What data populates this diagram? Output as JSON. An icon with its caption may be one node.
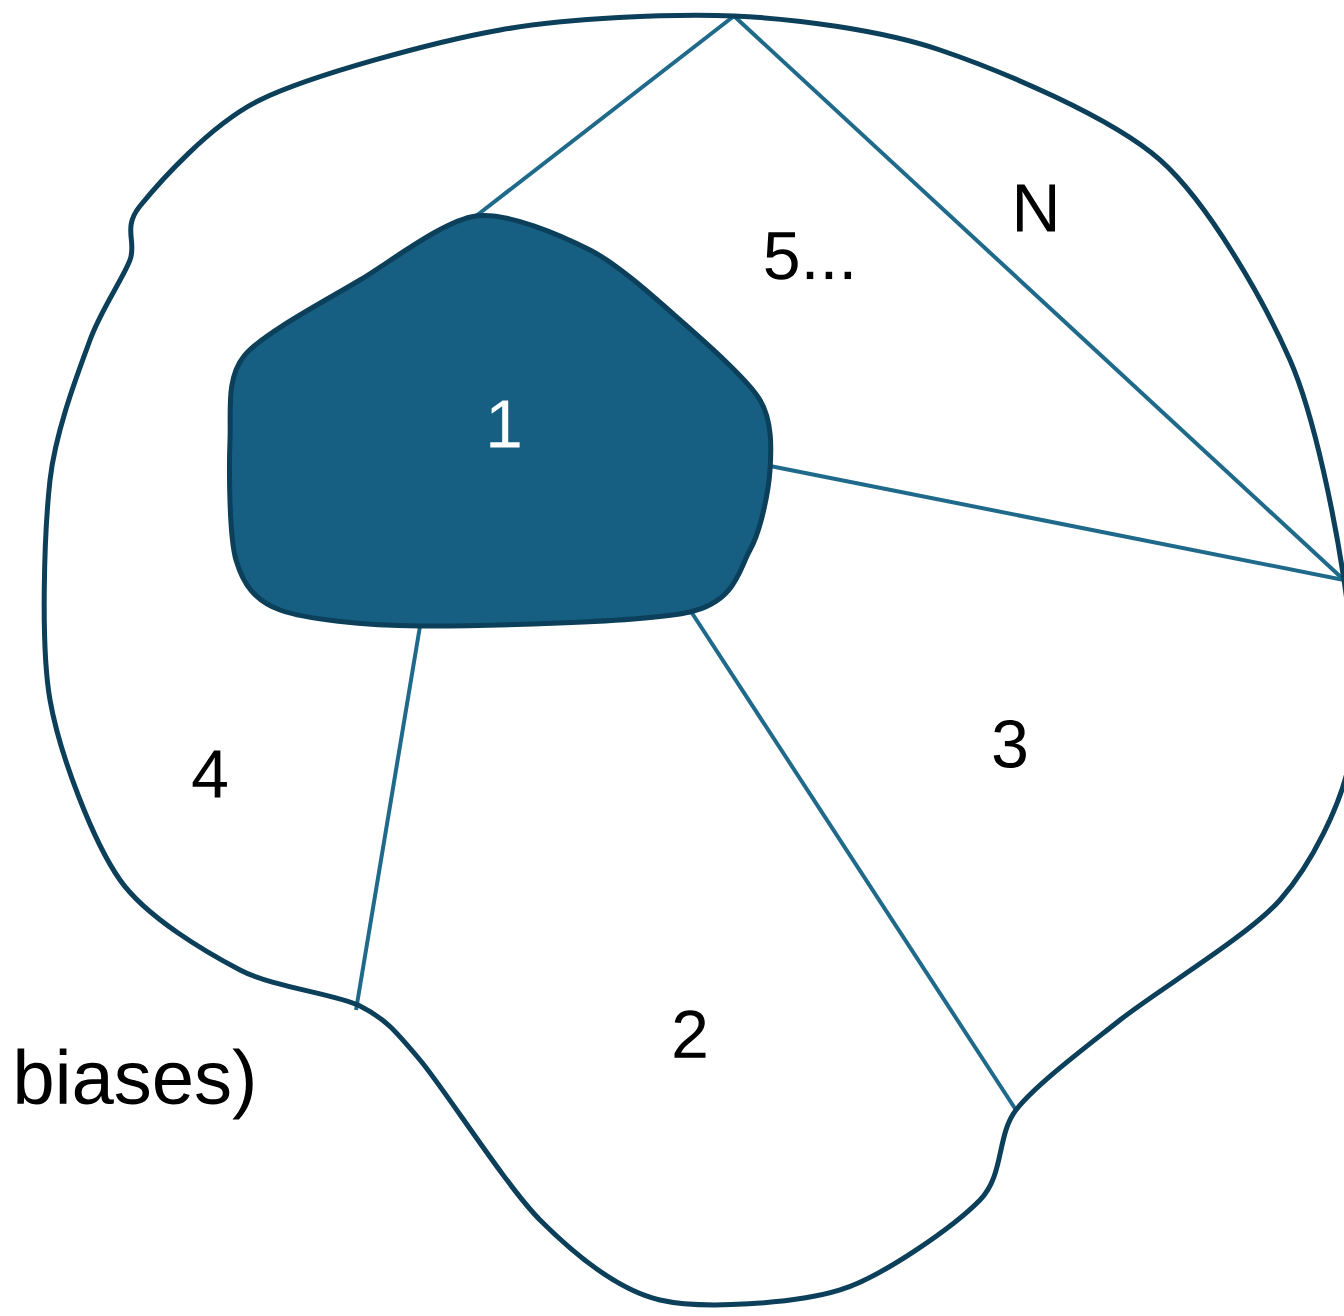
{
  "diagram": {
    "nodes": [
      {
        "text": [],
        "shape": "cloud"
      },
      {
        "text": [
          "1"
        ],
        "in": 0
      }
    ],
    "labels": [
      "5...",
      "N",
      "3",
      "4",
      "2",
      "biases)"
    ]
  }
}
